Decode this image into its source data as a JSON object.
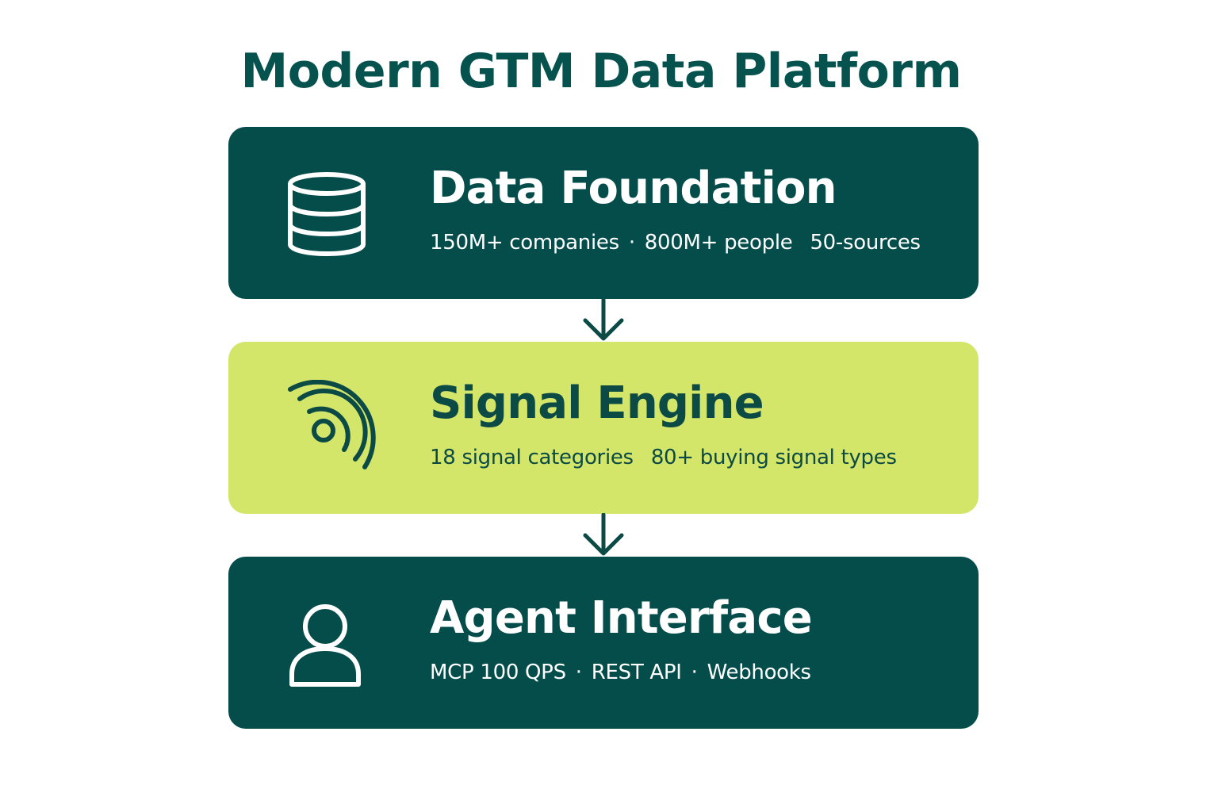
{
  "title": "Modern GTM Data Platform",
  "colors": {
    "title": "#06524f",
    "dark_box": "#054d4b",
    "light_box": "#d4e66a",
    "dark_text": "#0b4a45",
    "light_text": "#ffffff"
  },
  "layers": [
    {
      "name": "Data Foundation",
      "icon": "database-icon",
      "style": "dark",
      "stats": [
        "150M+ companies",
        "800M+ people",
        "50-sources"
      ],
      "separators": [
        "·",
        ""
      ]
    },
    {
      "name": "Signal Engine",
      "icon": "signal-icon",
      "style": "light",
      "stats": [
        "18 signal categories",
        "80+ buying signal types"
      ],
      "separators": [
        ""
      ]
    },
    {
      "name": "Agent Interface",
      "icon": "user-icon",
      "style": "dark",
      "stats": [
        "MCP 100 QPS",
        "REST API",
        "Webhooks"
      ],
      "separators": [
        "·",
        "·"
      ]
    }
  ],
  "arrows": [
    "arrow-down-icon",
    "arrow-down-icon"
  ]
}
